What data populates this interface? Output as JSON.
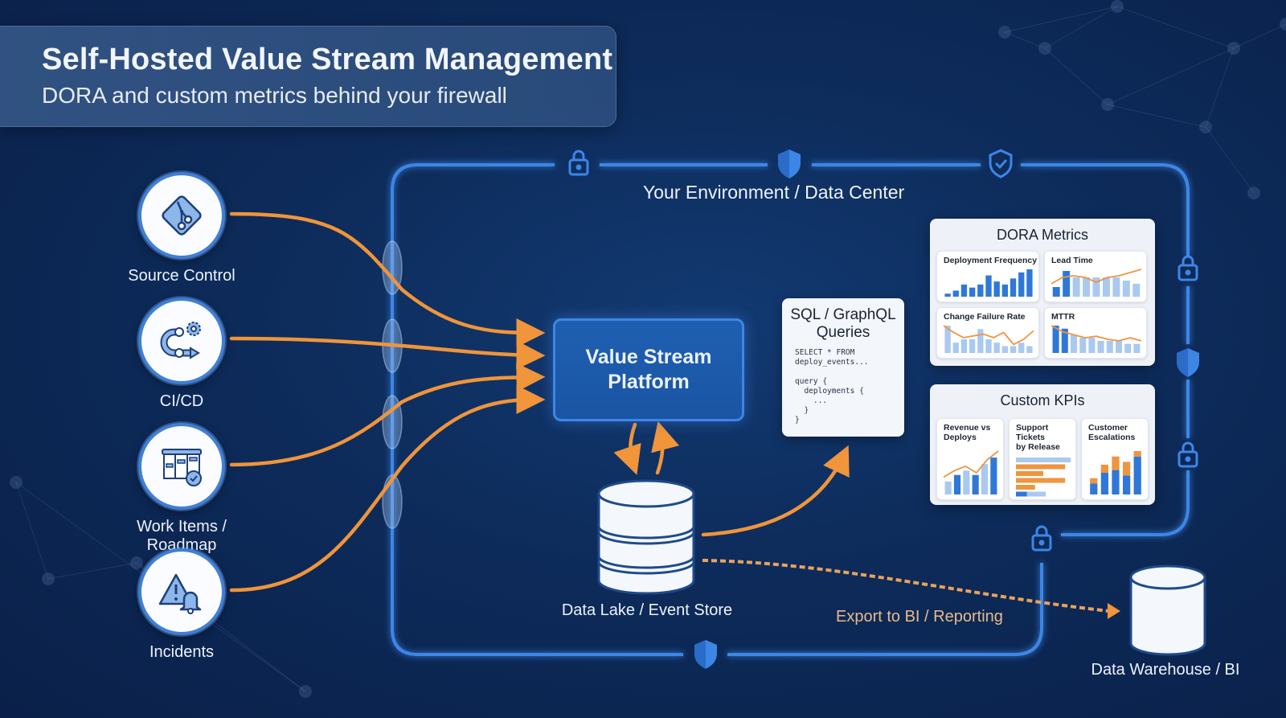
{
  "header": {
    "title": "Self-Hosted Value Stream Management",
    "subtitle": "DORA and custom metrics behind your firewall"
  },
  "sources": [
    {
      "label": "Source Control",
      "icon": "git-branch-icon"
    },
    {
      "label": "CI/CD",
      "icon": "pipeline-gear-icon"
    },
    {
      "label": "Work Items / Roadmap",
      "icon": "kanban-board-icon"
    },
    {
      "label": "Incidents",
      "icon": "alert-bell-icon"
    }
  ],
  "environment": {
    "label": "Your Environment / Data Center",
    "boundary_icons": [
      "lock-icon",
      "shield-icon",
      "shield-check-icon",
      "lock-icon",
      "shield-icon",
      "lock-icon",
      "lock-icon",
      "shield-icon"
    ]
  },
  "platform": {
    "line1": "Value Stream",
    "line2": "Platform"
  },
  "query_card": {
    "title_line1": "SQL / GraphQL",
    "title_line2": "Queries",
    "code": "SELECT * FROM\ndeploy_events...\n\nquery {\n  deployments {\n    ...\n  }\n}"
  },
  "data_lake": {
    "label": "Data Lake / Event Store"
  },
  "export": {
    "label": "Export to BI / Reporting"
  },
  "warehouse": {
    "label": "Data Warehouse / BI"
  },
  "dora": {
    "title": "DORA Metrics",
    "charts": [
      {
        "title": "Deployment Frequency",
        "bars": [
          1,
          2,
          4,
          3,
          4,
          7,
          5,
          4,
          6,
          8,
          9
        ],
        "line": null
      },
      {
        "title": "Lead Time",
        "bars": [
          3,
          8,
          6,
          6,
          6,
          6,
          6,
          5,
          4
        ],
        "line": [
          4,
          6,
          6.5,
          6,
          4.5,
          6,
          6.5,
          7.5,
          8.5
        ]
      },
      {
        "title": "Change Failure Rate",
        "bars": [
          8,
          3,
          4,
          4,
          7,
          4,
          3,
          2,
          2,
          3,
          2
        ],
        "line": [
          8,
          6,
          4.5,
          5,
          5.5,
          4.5,
          6,
          2.5,
          4,
          6.5
        ]
      },
      {
        "title": "MTTR",
        "bars": [
          9,
          8,
          6,
          5,
          5,
          4,
          4,
          4,
          3,
          3
        ],
        "line": [
          9,
          7,
          6,
          5,
          5.5,
          4.5,
          4,
          5,
          4
        ]
      }
    ]
  },
  "kpis": {
    "title": "Custom KPIs",
    "charts": [
      {
        "title_line1": "Revenue vs",
        "title_line2": "Deploys",
        "bars": [
          3,
          4.5,
          5.5,
          4.5,
          7,
          8.5
        ],
        "line": [
          4,
          5.5,
          6.5,
          5,
          8,
          10
        ]
      },
      {
        "title_line1": "Support Tickets",
        "title_line2": "by Release",
        "rows": [
          [
            0,
            10
          ],
          [
            9,
            0
          ],
          [
            5,
            0
          ],
          [
            9,
            0
          ],
          [
            3.5,
            0
          ],
          [
            2,
            4
          ]
        ]
      },
      {
        "title_line1": "Customer",
        "title_line2": "Escalations",
        "stacks": [
          [
            2,
            1
          ],
          [
            4,
            1.5
          ],
          [
            4.5,
            2.5
          ],
          [
            3.5,
            2.5
          ],
          [
            7,
            1
          ]
        ]
      }
    ]
  },
  "colors": {
    "background": "#0d2b5a",
    "boundary": "#3d86e6",
    "flow": "#f0953a",
    "bar_primary": "#2f78d8",
    "bar_light": "#a9c9f0",
    "accent_orange": "#ee9540"
  }
}
